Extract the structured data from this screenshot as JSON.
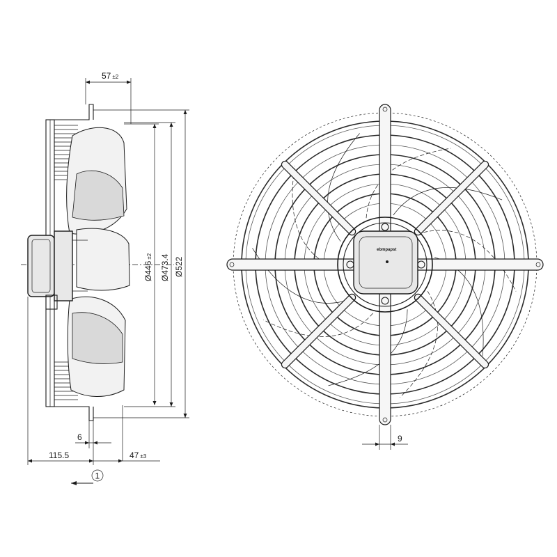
{
  "dimensions": {
    "top_width": {
      "value": "57",
      "tol": "±2"
    },
    "dia_inner": {
      "value": "Ø446",
      "tol": "±2"
    },
    "dia_mid": {
      "value": "Ø473.4"
    },
    "dia_outer": {
      "value": "Ø522"
    },
    "flange_gap": {
      "value": "6"
    },
    "depth_left": {
      "value": "115.5"
    },
    "depth_right": {
      "value": "47",
      "tol": "±3"
    },
    "slot_width": {
      "value": "9"
    }
  },
  "flow_direction": {
    "marker": "1"
  },
  "logo_text": "ebmpapst"
}
